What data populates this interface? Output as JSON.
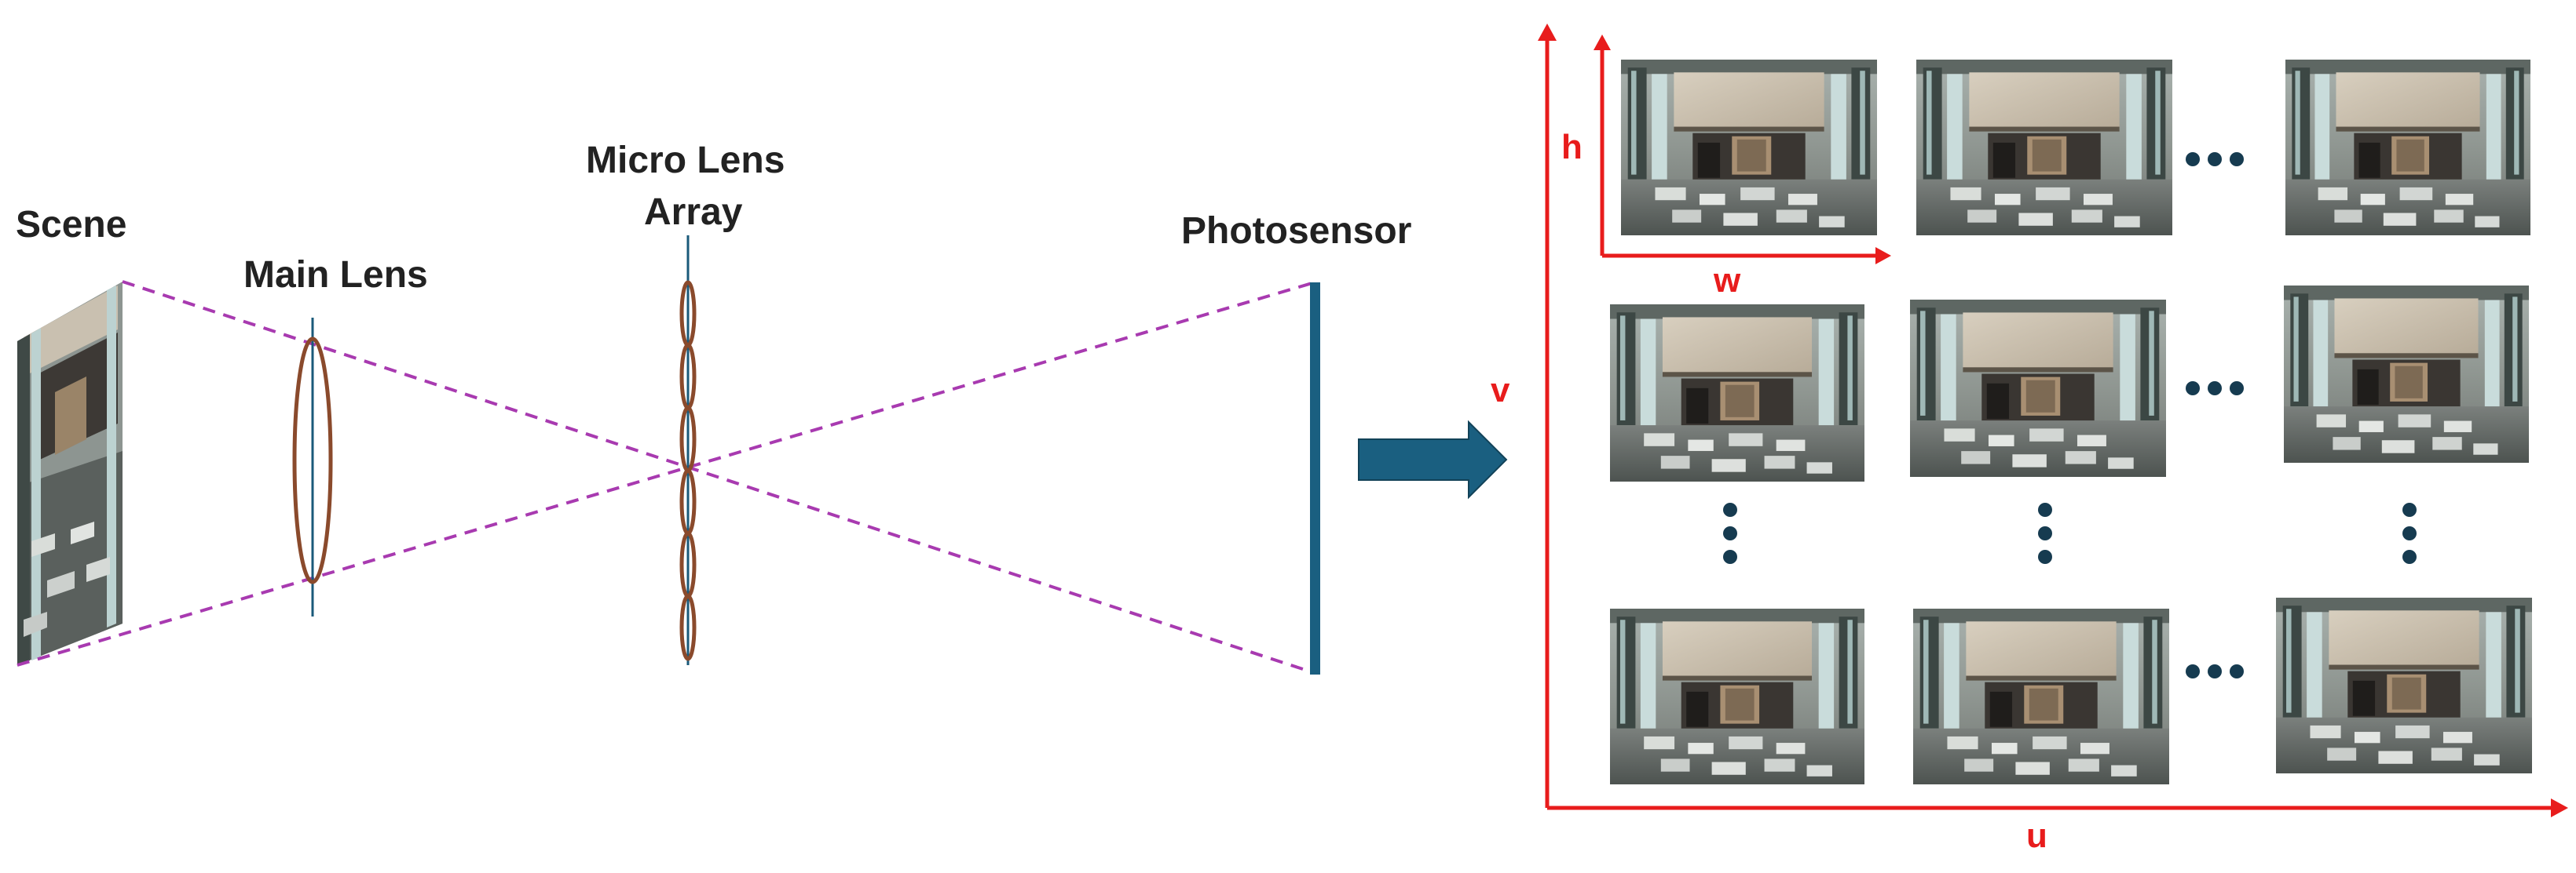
{
  "labels": {
    "scene": "Scene",
    "main_lens": "Main Lens",
    "micro_lens_line1": "Micro Lens",
    "micro_lens_line2": "Array",
    "photosensor": "Photosensor"
  },
  "axes": {
    "inner_y": "h",
    "inner_x": "w",
    "outer_y": "v",
    "outer_x": "u"
  },
  "colors": {
    "axis": "#e81c1c",
    "ray": "#a83ab0",
    "lens": "#8a4a2c",
    "optical_axis": "#1a5a7a",
    "sensor": "#1a5f80",
    "arrow": "#1a5f80",
    "dots": "#163b50",
    "text": "#222222"
  },
  "grid": {
    "rows": 3,
    "cols": 3,
    "ellipsis_icon": "horizontal-ellipsis",
    "vertical_ellipsis_icon": "vertical-ellipsis"
  }
}
